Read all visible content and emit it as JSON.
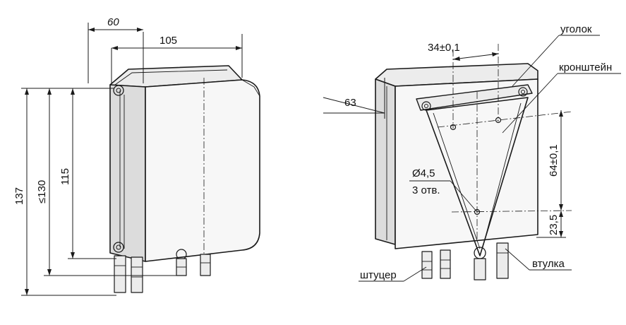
{
  "left_view": {
    "dim_depth": "60",
    "dim_width": "105",
    "dim_height_total": "137",
    "dim_height_max": "≤130",
    "dim_height_body": "115"
  },
  "right_view": {
    "dim_hole_spacing": "34±0,1",
    "dim_angle": "63",
    "dim_bracket_height": "64±0,1",
    "dim_bottom_offset": "23,5",
    "hole_diameter": "Ø4,5",
    "hole_count": "3 отв.",
    "label_corner": "уголок",
    "label_bracket": "кронштейн",
    "label_fitting": "штуцер",
    "label_bushing": "втулка"
  }
}
